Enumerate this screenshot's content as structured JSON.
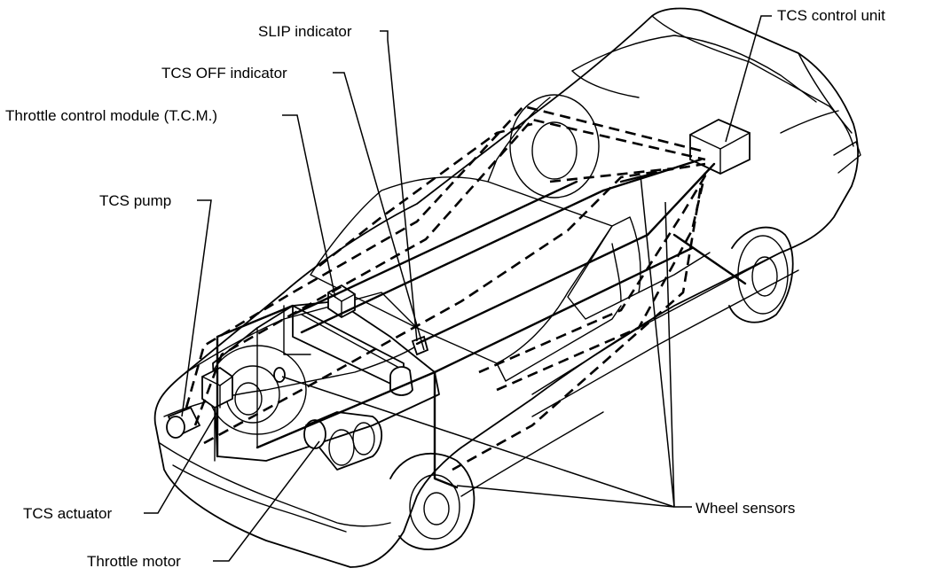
{
  "labels": {
    "tcs_control_unit": "TCS control unit",
    "slip_indicator": "SLIP indicator",
    "tcs_off_indicator": "TCS OFF indicator",
    "throttle_control_module": "Throttle control module (T.C.M.)",
    "tcs_pump": "TCS pump",
    "tcs_actuator": "TCS actuator",
    "throttle_motor": "Throttle motor",
    "wheel_sensors": "Wheel sensors"
  }
}
